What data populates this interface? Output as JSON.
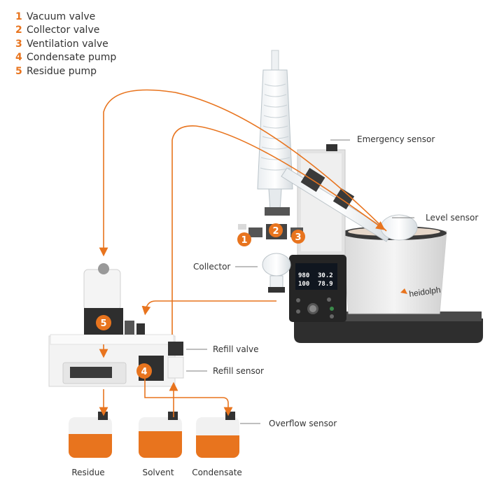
{
  "legend": [
    {
      "num": "1",
      "label": "Vacuum valve"
    },
    {
      "num": "2",
      "label": "Collector valve"
    },
    {
      "num": "3",
      "label": "Ventilation valve"
    },
    {
      "num": "4",
      "label": "Condensate pump"
    },
    {
      "num": "5",
      "label": "Residue pump"
    }
  ],
  "callouts": {
    "emergency_sensor": "Emergency sensor",
    "level_sensor": "Level sensor",
    "collector": "Collector",
    "refill_valve": "Refill valve",
    "refill_sensor": "Refill sensor",
    "overflow_sensor": "Overflow sensor"
  },
  "containers": {
    "residue": "Residue",
    "solvent": "Solvent",
    "condensate": "Condensate"
  },
  "markers": {
    "m1": "1",
    "m2": "2",
    "m3": "3",
    "m4": "4",
    "m5": "5"
  },
  "display": {
    "v1": "980",
    "v2": "30.2",
    "v3": "100",
    "v4": "78.9"
  },
  "brand": "heidolph",
  "colors": {
    "accent": "#e8741e",
    "line": "#e8741e",
    "text": "#333333"
  }
}
